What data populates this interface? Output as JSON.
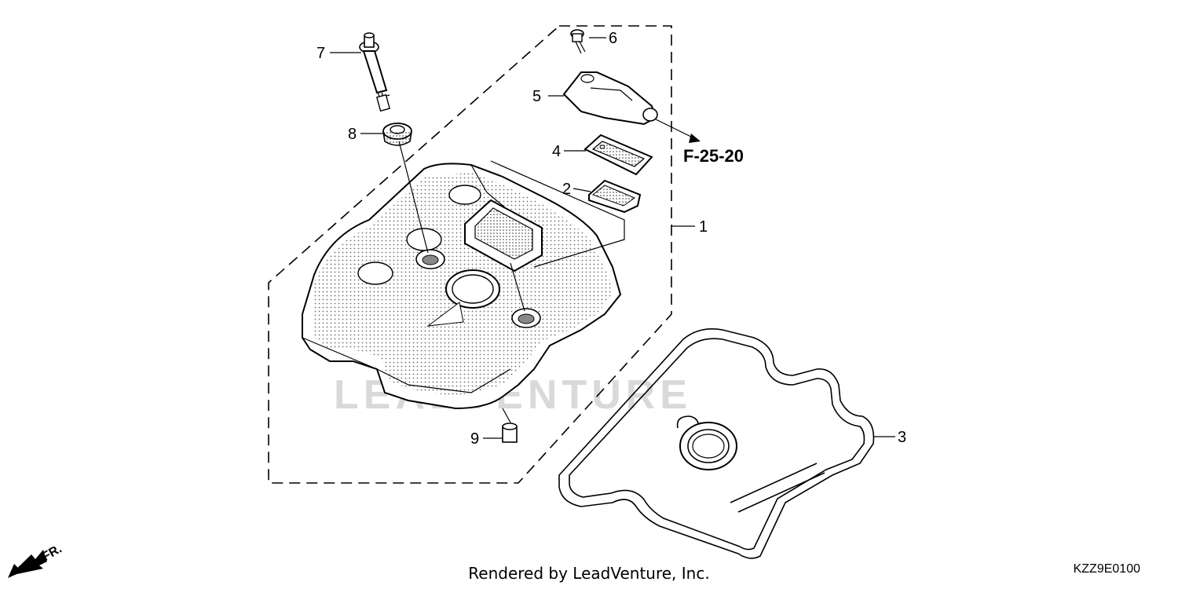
{
  "parts": [
    {
      "number": "1"
    },
    {
      "number": "2"
    },
    {
      "number": "3"
    },
    {
      "number": "4"
    },
    {
      "number": "5"
    },
    {
      "number": "6"
    },
    {
      "number": "7"
    },
    {
      "number": "8"
    },
    {
      "number": "9"
    }
  ],
  "reference": "F-25-20",
  "front_marker": "FR.",
  "watermark": "LEADVENTURE",
  "footer": "Rendered by LeadVenture, Inc.",
  "diagram_code": "KZZ9E0100"
}
